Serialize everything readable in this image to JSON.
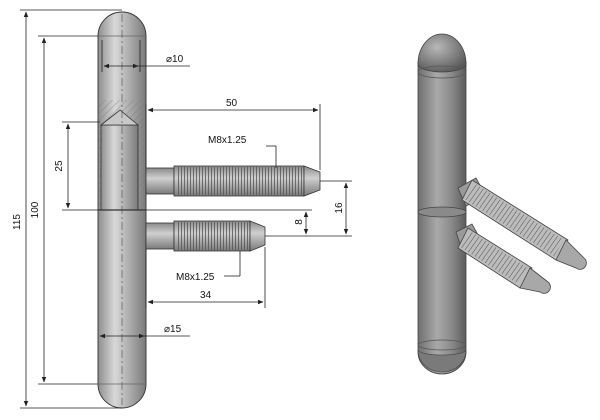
{
  "drawing": {
    "dimensions": {
      "overall_length": "115",
      "center_length": "100",
      "sleeve_length": "25",
      "head_diameter": "⌀10",
      "body_diameter": "⌀15",
      "upper_pin_reach": "50",
      "lower_pin_reach": "34",
      "pin_spacing": "16",
      "pin_offset": "8",
      "upper_thread": "M8x1.25",
      "lower_thread": "M8x1.25"
    }
  }
}
